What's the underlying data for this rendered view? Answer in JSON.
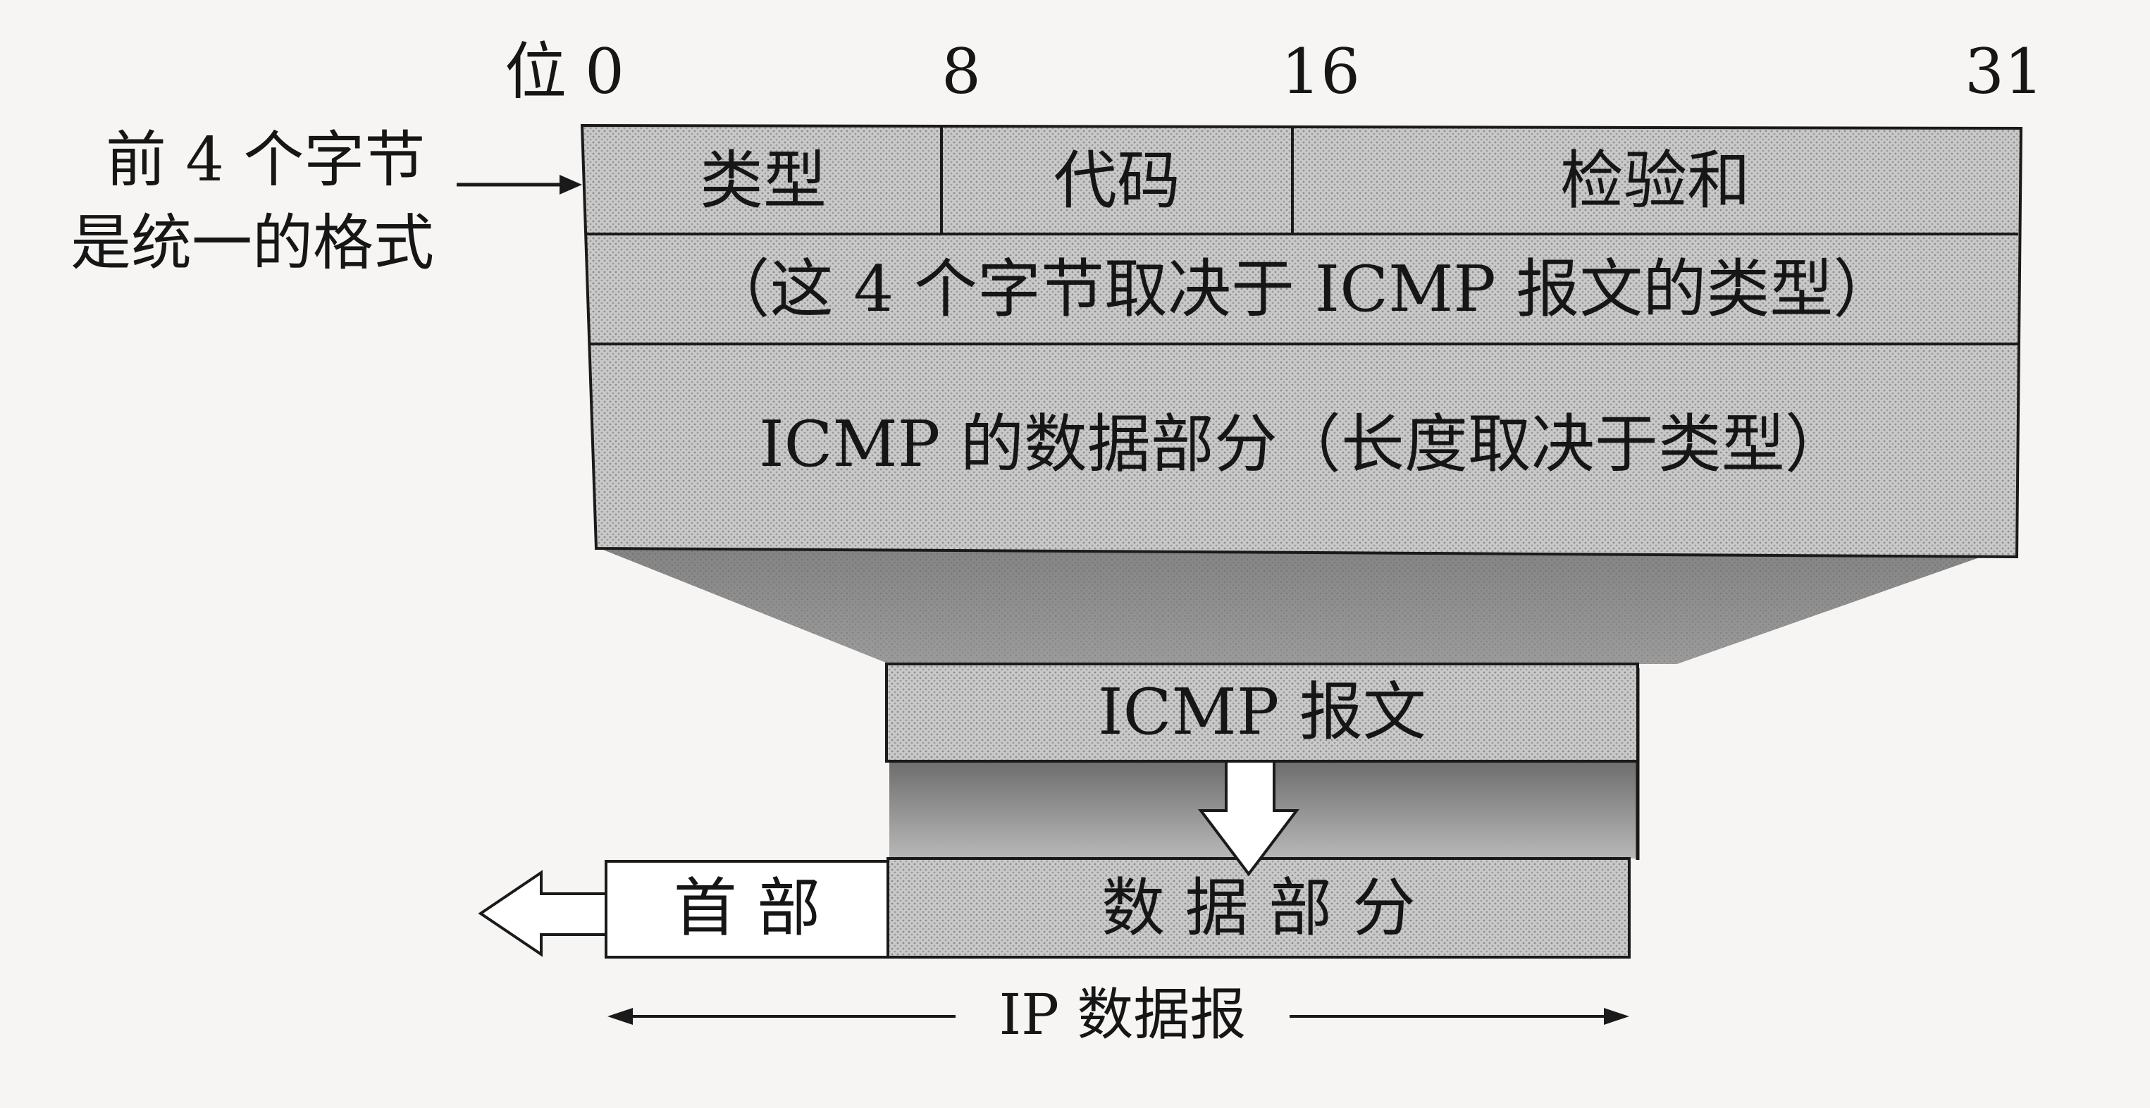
{
  "bit_positions": {
    "prefix": "位",
    "b0": "0",
    "b8": "8",
    "b16": "16",
    "b31": "31"
  },
  "side_note": {
    "line1": "前 4 个字节",
    "line2": "是统一的格式"
  },
  "icmp_fields": {
    "type": "类型",
    "code": "代码",
    "checksum": "检验和",
    "row2": "（这 4 个字节取决于 ICMP 报文的类型）",
    "data": "ICMP 的数据部分（长度取决于类型）"
  },
  "icmp_message": "ICMP 报文",
  "ip_datagram": {
    "header": "首 部",
    "data": "数 据 部 分",
    "label": "IP 数据报"
  },
  "colors": {
    "grid_fill": "#cfcfcf",
    "shadow": "#707070",
    "border": "#1a1a1a",
    "header_fill": "#ffffff",
    "background": "#f6f5f3"
  }
}
